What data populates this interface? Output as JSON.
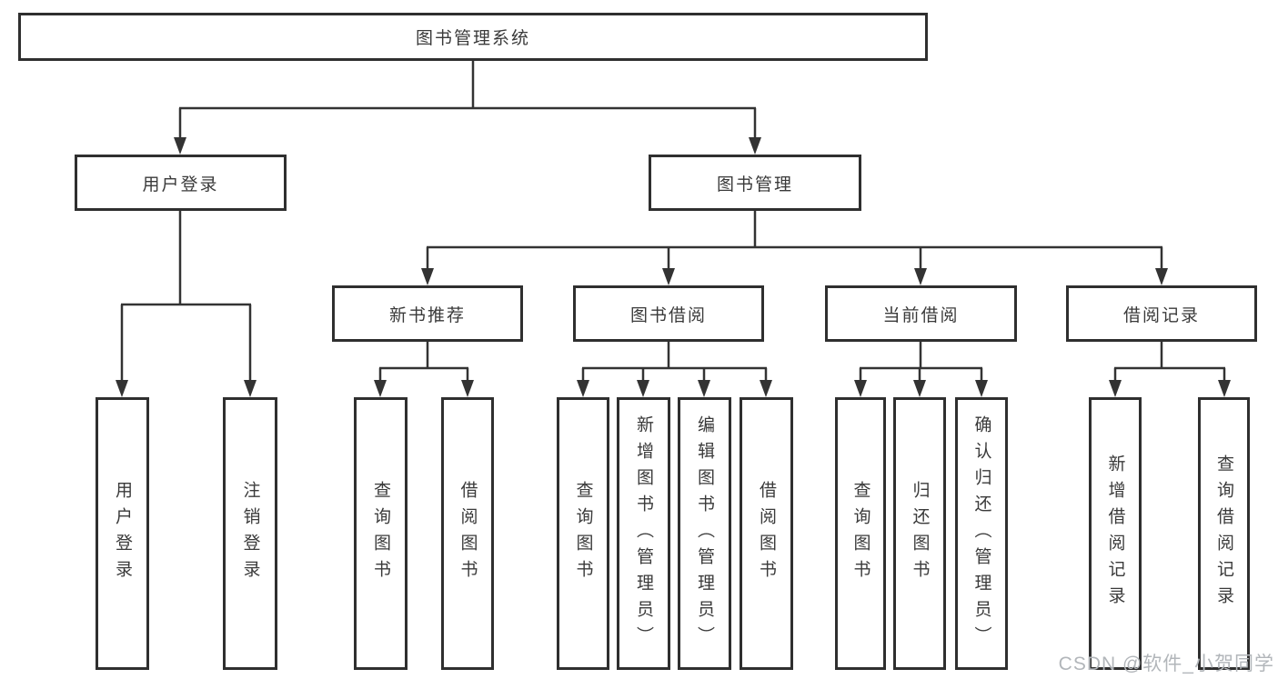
{
  "diagram": {
    "type": "hierarchy",
    "root": {
      "label": "图书管理系统"
    },
    "branches": [
      {
        "label": "用户登录",
        "children": [
          {
            "label": "用户登录"
          },
          {
            "label": "注销登录"
          }
        ]
      },
      {
        "label": "图书管理",
        "children": [
          {
            "label": "新书推荐",
            "children": [
              {
                "label": "查询图书"
              },
              {
                "label": "借阅图书"
              }
            ]
          },
          {
            "label": "图书借阅",
            "children": [
              {
                "label": "查询图书"
              },
              {
                "label": "新增图书（管理员）"
              },
              {
                "label": "编辑图书（管理员）"
              },
              {
                "label": "借阅图书"
              }
            ]
          },
          {
            "label": "当前借阅",
            "children": [
              {
                "label": "查询图书"
              },
              {
                "label": "归还图书"
              },
              {
                "label": "确认归还（管理员）"
              }
            ]
          },
          {
            "label": "借阅记录",
            "children": [
              {
                "label": "新增借阅记录"
              },
              {
                "label": "查询借阅记录"
              }
            ]
          }
        ]
      }
    ]
  },
  "colors": {
    "line": "#333333",
    "box_border": "#2f2f2f",
    "text": "#3a3a3a",
    "watermark": "#b2b6ba"
  },
  "watermark": "CSDN @软件_小贺同学"
}
